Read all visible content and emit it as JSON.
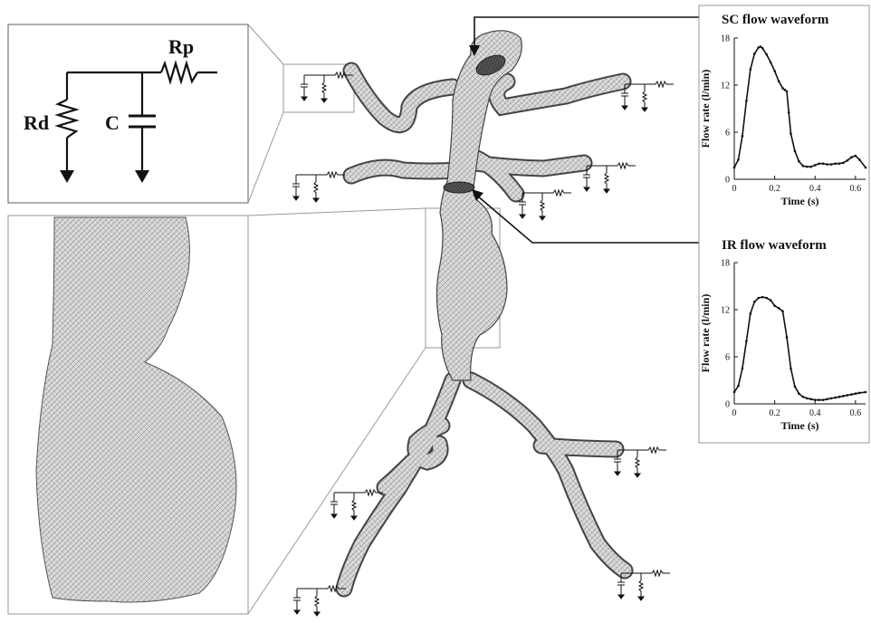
{
  "circuit": {
    "label_rp": "Rp",
    "label_rd": "Rd",
    "label_c": "C"
  },
  "callouts": {
    "sc_title": "SC flow waveform",
    "ir_title": "IR flow waveform"
  },
  "chart_data": [
    {
      "type": "line",
      "title": "SC flow waveform",
      "xlabel": "Time (s)",
      "ylabel": "Flow rate (l/min)",
      "xlim": [
        0,
        0.65
      ],
      "ylim": [
        0,
        18
      ],
      "xticks": [
        0,
        0.2,
        0.4,
        0.6
      ],
      "yticks": [
        0,
        6,
        12,
        18
      ],
      "xtick_labels": [
        "0",
        "0.2",
        "0.4",
        "0.6"
      ],
      "ytick_labels": [
        "0",
        "6",
        "12",
        "18"
      ],
      "grid": false,
      "series": [
        {
          "x": [
            0,
            0.02,
            0.04,
            0.06,
            0.08,
            0.1,
            0.12,
            0.13,
            0.14,
            0.16,
            0.18,
            0.2,
            0.22,
            0.24,
            0.25,
            0.26,
            0.27,
            0.28,
            0.3,
            0.32,
            0.34,
            0.36,
            0.38,
            0.4,
            0.42,
            0.44,
            0.46,
            0.48,
            0.5,
            0.52,
            0.54,
            0.56,
            0.58,
            0.6,
            0.62,
            0.65
          ],
          "y": [
            1.5,
            2.5,
            5.5,
            10,
            14,
            16,
            16.8,
            16.9,
            16.7,
            15.9,
            14.9,
            13.8,
            12.5,
            11.6,
            11.4,
            11.2,
            8.5,
            5.8,
            3.6,
            2.3,
            1.7,
            1.6,
            1.6,
            1.8,
            2.0,
            2.0,
            1.9,
            1.9,
            2.0,
            2.0,
            2.1,
            2.4,
            2.8,
            3.0,
            2.5,
            1.5
          ]
        }
      ]
    },
    {
      "type": "line",
      "title": "IR flow waveform",
      "xlabel": "Time (s)",
      "ylabel": "Flow rate (l/min)",
      "xlim": [
        0,
        0.65
      ],
      "ylim": [
        0,
        18
      ],
      "xticks": [
        0,
        0.2,
        0.4,
        0.6
      ],
      "yticks": [
        0,
        6,
        12,
        18
      ],
      "xtick_labels": [
        "0",
        "0.2",
        "0.4",
        "0.6"
      ],
      "ytick_labels": [
        "0",
        "6",
        "12",
        "18"
      ],
      "grid": false,
      "series": [
        {
          "x": [
            0,
            0.02,
            0.04,
            0.06,
            0.08,
            0.1,
            0.12,
            0.14,
            0.16,
            0.18,
            0.2,
            0.22,
            0.24,
            0.26,
            0.28,
            0.3,
            0.32,
            0.34,
            0.36,
            0.38,
            0.4,
            0.42,
            0.44,
            0.46,
            0.48,
            0.5,
            0.52,
            0.54,
            0.56,
            0.58,
            0.6,
            0.62,
            0.65
          ],
          "y": [
            1.5,
            2.3,
            4.5,
            8,
            11.5,
            13,
            13.5,
            13.6,
            13.5,
            13.2,
            12.5,
            12.2,
            11.8,
            8.5,
            4.5,
            2.2,
            1.3,
            0.9,
            0.7,
            0.6,
            0.5,
            0.5,
            0.5,
            0.6,
            0.7,
            0.8,
            0.9,
            1.0,
            1.1,
            1.2,
            1.3,
            1.4,
            1.5
          ]
        }
      ]
    }
  ]
}
